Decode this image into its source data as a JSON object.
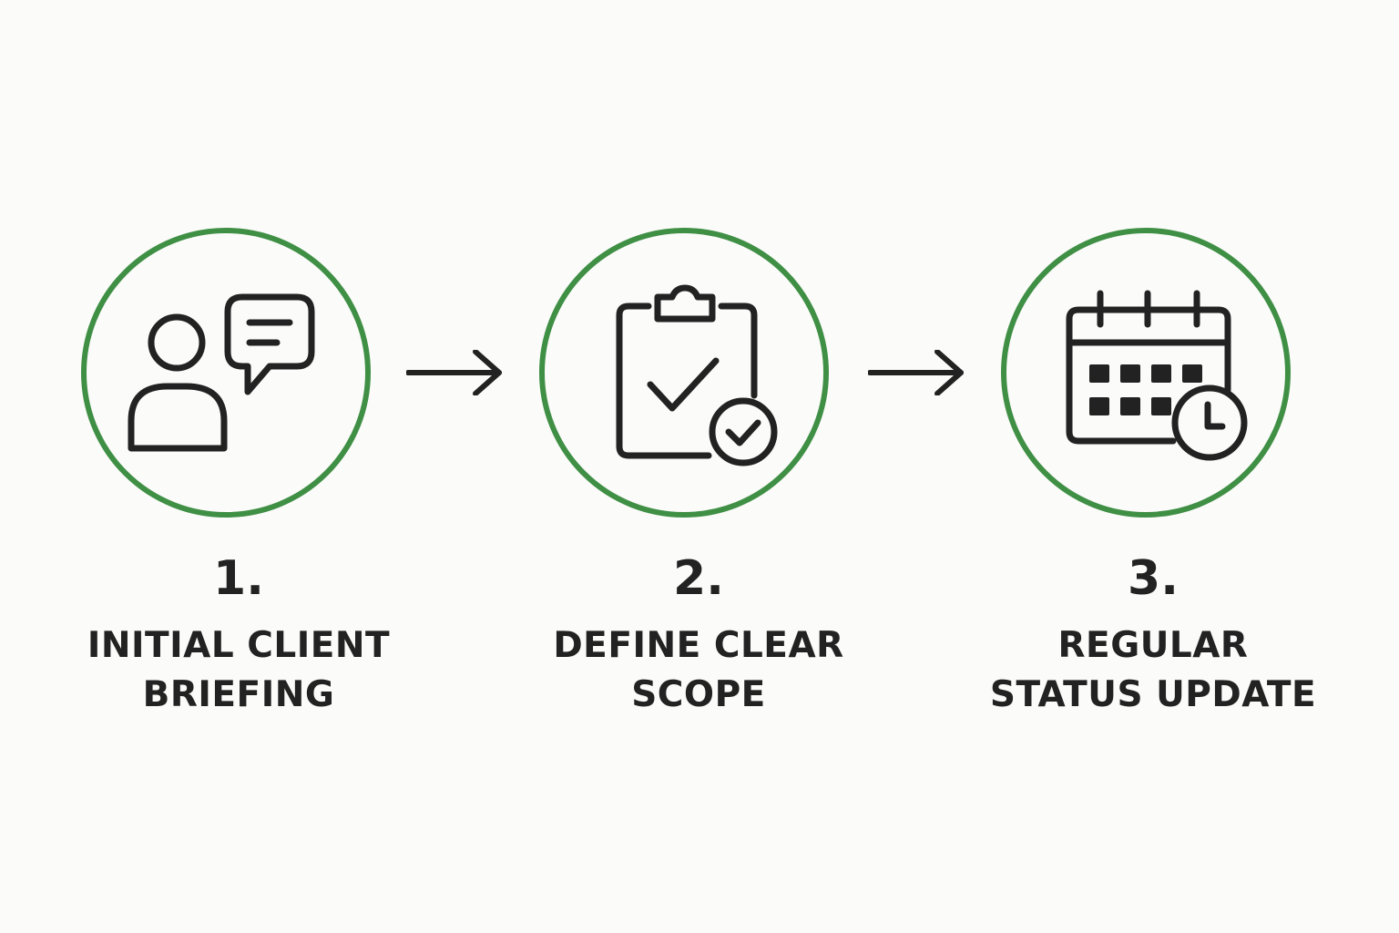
{
  "colors": {
    "background": "#fbfbf9",
    "ring": "#3f8f45",
    "ink": "#222222"
  },
  "steps": [
    {
      "number": "1.",
      "label_line1": "INITIAL CLIENT",
      "label_line2": "BRIEFING",
      "icon": "person-speech-bubble-icon"
    },
    {
      "number": "2.",
      "label_line1": "DEFINE CLEAR",
      "label_line2": "SCOPE",
      "icon": "clipboard-check-icon"
    },
    {
      "number": "3.",
      "label_line1": "REGULAR",
      "label_line2": "STATUS UPDATE",
      "icon": "calendar-clock-icon"
    }
  ],
  "connectors": [
    {
      "icon": "arrow-right-icon"
    },
    {
      "icon": "arrow-right-icon"
    }
  ]
}
